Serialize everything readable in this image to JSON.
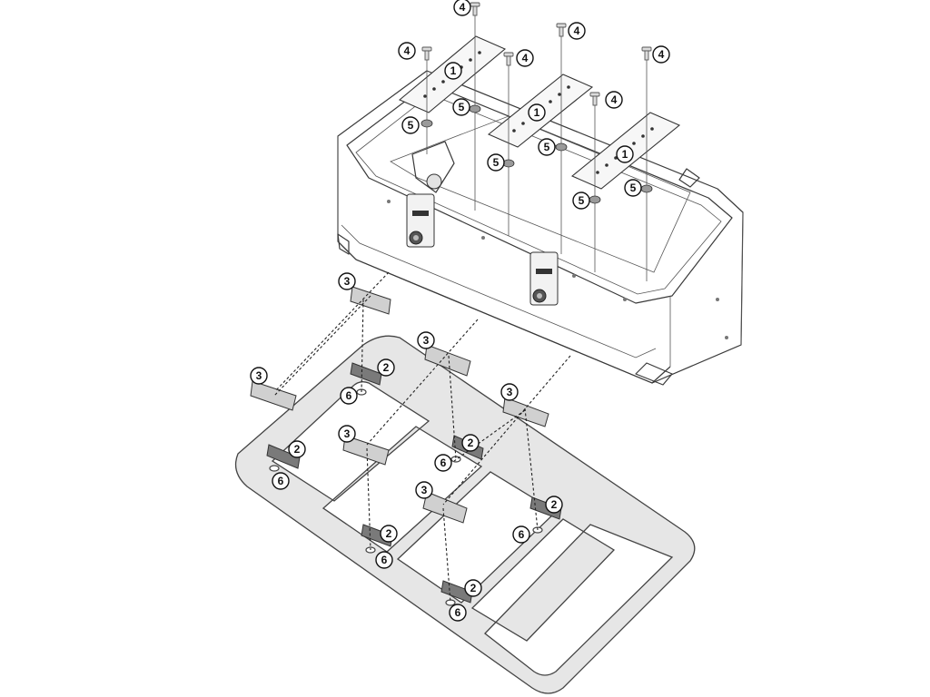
{
  "diagram": {
    "callouts": {
      "tie_plate": "1",
      "rack_bracket": "2",
      "clamp_plate": "3",
      "bolt": "4",
      "washer": "5",
      "nut": "6"
    }
  }
}
